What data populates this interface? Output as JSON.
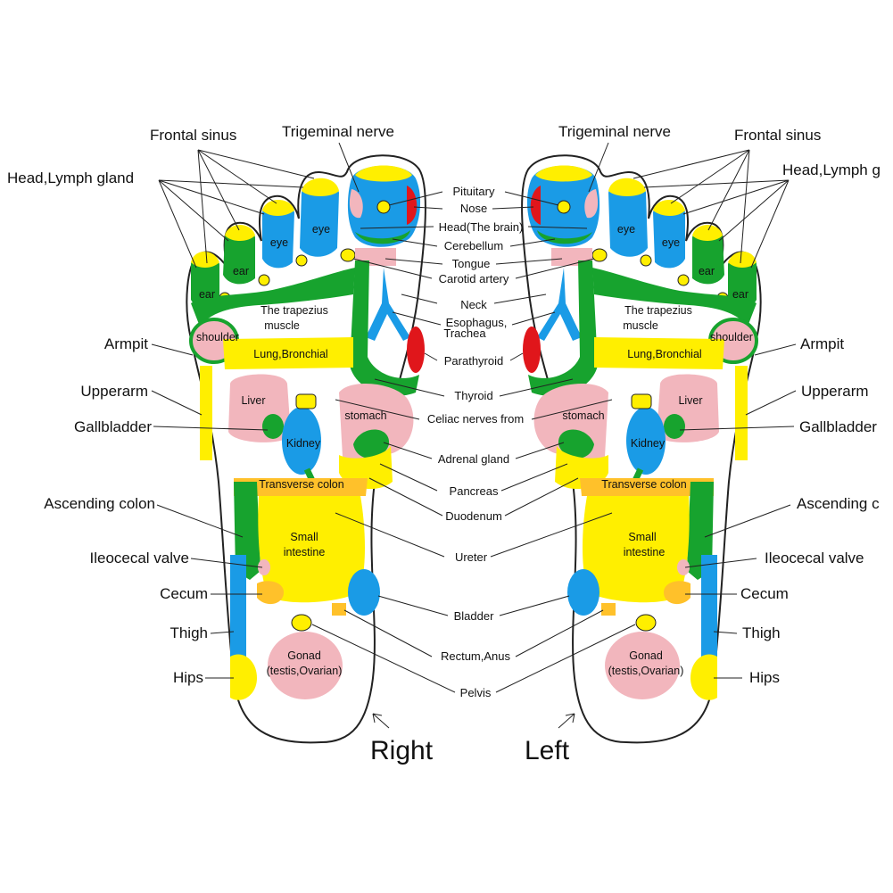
{
  "colors": {
    "blue": "#1a9be6",
    "yellow": "#ffef00",
    "green": "#17a32e",
    "pink": "#f2b6bd",
    "red": "#e0161b",
    "orange": "#ffc12a",
    "outline": "#222222"
  },
  "feet": {
    "right_caption": "Right",
    "left_caption": "Left"
  },
  "outer_labels": {
    "frontal_sinus": "Frontal sinus",
    "trigeminal_nerve": "Trigeminal nerve",
    "head_lymph_right": "Head,Lymph gland",
    "head_lymph_left": "Head,Lymph g",
    "armpit": "Armpit",
    "upperarm": "Upperarm",
    "gallbladder": "Gallbladder",
    "ascending_colon_right": "Ascending colon",
    "ascending_colon_left": "Ascending c",
    "ileocecal_valve": "Ileocecal valve",
    "cecum": "Cecum",
    "thigh": "Thigh",
    "hips": "Hips"
  },
  "center_labels": {
    "pituitary": "Pituitary",
    "nose": "Nose",
    "head_brain": "Head(The brain)",
    "cerebellum": "Cerebellum",
    "tongue": "Tongue",
    "carotid": "Carotid artery",
    "neck": "Neck",
    "esophagus": "Esophagus,",
    "trachea": "Trachea",
    "parathyroid": "Parathyroid",
    "thyroid": "Thyroid",
    "celiac": "Celiac nerves from",
    "adrenal": "Adrenal gland",
    "pancreas": "Pancreas",
    "duodenum": "Duodenum",
    "ureter": "Ureter",
    "bladder": "Bladder",
    "rectum": "Rectum,Anus",
    "pelvis": "Pelvis"
  },
  "zone_labels": {
    "eye": "eye",
    "ear": "ear",
    "trapezius_1": "The trapezius",
    "trapezius_2": "muscle",
    "shoulder": "shoulder",
    "lung": "Lung,Bronchial",
    "liver": "Liver",
    "stomach": "stomach",
    "kidney": "Kidney",
    "transverse_colon": "Transverse colon",
    "small_intestine_1": "Small",
    "small_intestine_2": "intestine",
    "gonad_1": "Gonad",
    "gonad_2": "(testis,Ovarian)"
  }
}
